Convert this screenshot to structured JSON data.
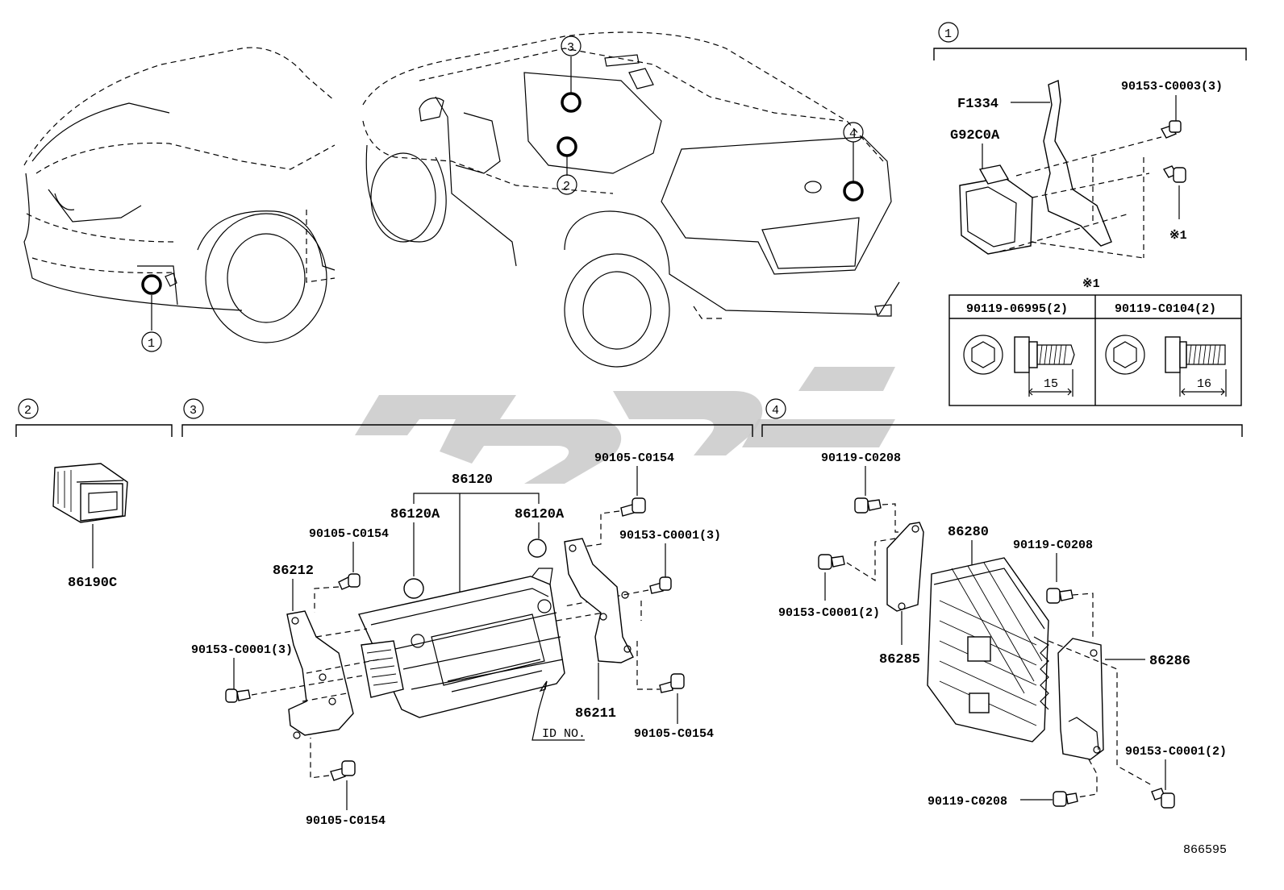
{
  "diagram": {
    "catalog_number": "866595",
    "note_mark": "※1",
    "locator_circles": [
      "1",
      "2",
      "3",
      "4"
    ],
    "sections": [
      {
        "id": "1",
        "parts": [
          "F1334",
          "G92C0A",
          "90153-C0003(3)"
        ]
      },
      {
        "id": "2",
        "parts": [
          "86190C"
        ]
      },
      {
        "id": "3",
        "parts": [
          "86120",
          "86120A",
          "86212",
          "86211",
          "90105-C0154",
          "90153-C0001(3)",
          "ID NO."
        ]
      },
      {
        "id": "4",
        "parts": [
          "86280",
          "86285",
          "86286",
          "90119-C0208",
          "90153-C0001(2)"
        ]
      }
    ],
    "bolt_table": {
      "note": "※1",
      "columns": [
        {
          "part": "90119-06995(2)",
          "length": "15"
        },
        {
          "part": "90119-C0104(2)",
          "length": "16"
        }
      ]
    },
    "labels": {
      "f1334": "F1334",
      "g92c0a": "G92C0A",
      "bolt_90153_c0003": "90153-C0003(3)",
      "note1": "※1",
      "p86190c": "86190C",
      "p86120": "86120",
      "p86120a_left": "86120A",
      "p86120a_right": "86120A",
      "p86212": "86212",
      "p86211": "86211",
      "id_no": "ID NO.",
      "s3_90105_top_left": "90105-C0154",
      "s3_90105_top_right": "90105-C0154",
      "s3_90105_bottom_left": "90105-C0154",
      "s3_90105_bottom_right": "90105-C0154",
      "s3_90153_left": "90153-C0001(3)",
      "s3_90153_right": "90153-C0001(3)",
      "p86280": "86280",
      "p86285": "86285",
      "p86286": "86286",
      "s4_90119_top": "90119-C0208",
      "s4_90119_right": "90119-C0208",
      "s4_90119_bottom": "90119-C0208",
      "s4_90153_left": "90153-C0001(2)",
      "s4_90153_right": "90153-C0001(2)"
    }
  }
}
